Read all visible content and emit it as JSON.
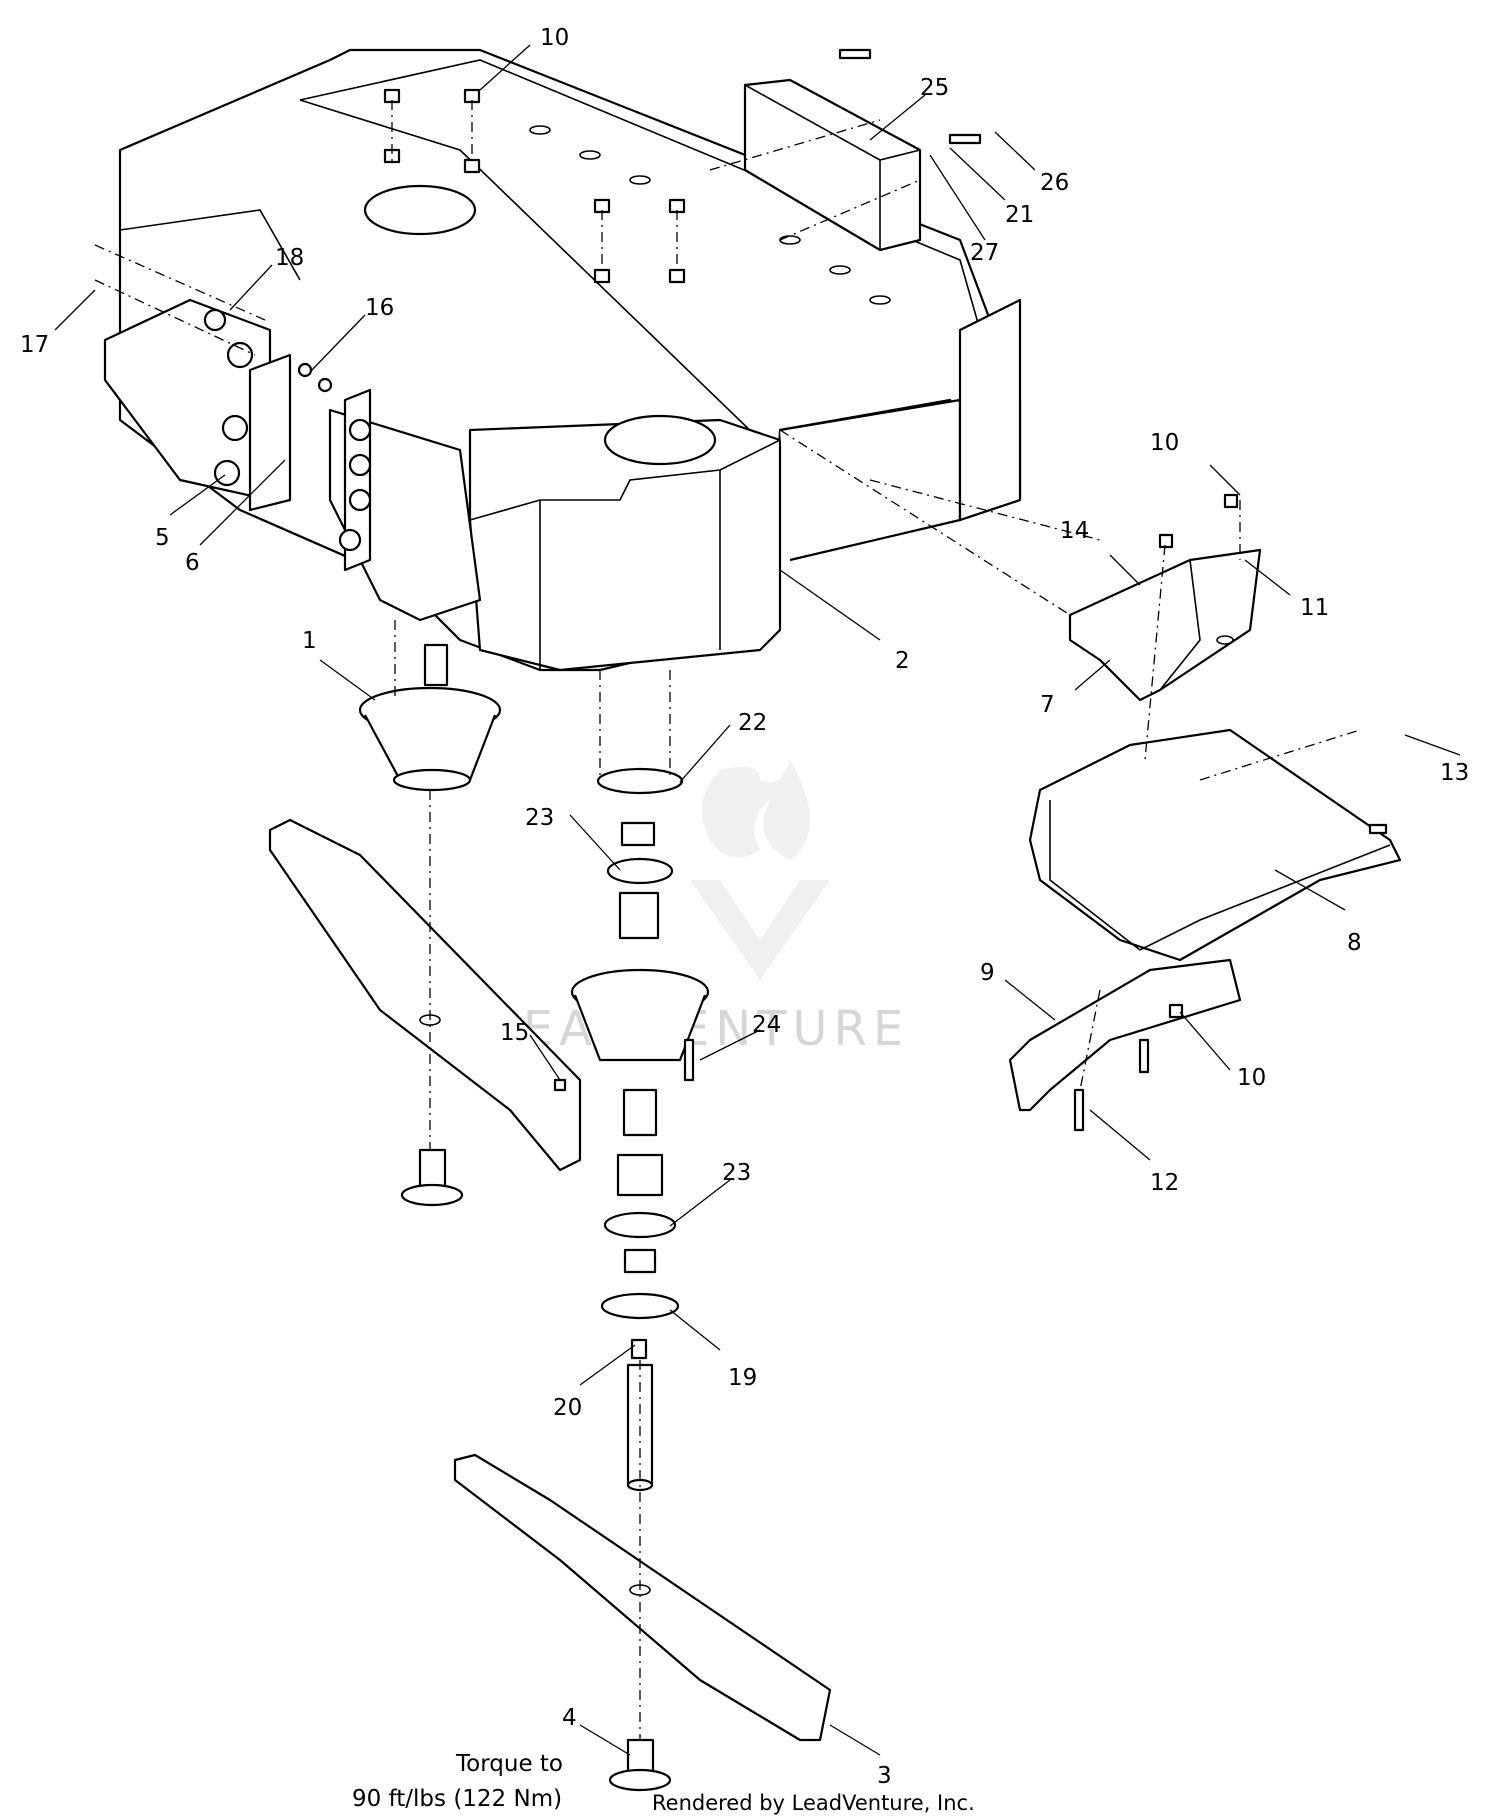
{
  "callouts": [
    {
      "id": "c10a",
      "label": "10"
    },
    {
      "id": "c25",
      "label": "25"
    },
    {
      "id": "c26",
      "label": "26"
    },
    {
      "id": "c21",
      "label": "21"
    },
    {
      "id": "c27",
      "label": "27"
    },
    {
      "id": "c18",
      "label": "18"
    },
    {
      "id": "c16",
      "label": "16"
    },
    {
      "id": "c17",
      "label": "17"
    },
    {
      "id": "c5",
      "label": "5"
    },
    {
      "id": "c6",
      "label": "6"
    },
    {
      "id": "c1",
      "label": "1"
    },
    {
      "id": "c2",
      "label": "2"
    },
    {
      "id": "c10b",
      "label": "10"
    },
    {
      "id": "c14",
      "label": "14"
    },
    {
      "id": "c11",
      "label": "11"
    },
    {
      "id": "c7",
      "label": "7"
    },
    {
      "id": "c13",
      "label": "13"
    },
    {
      "id": "c22",
      "label": "22"
    },
    {
      "id": "c23a",
      "label": "23"
    },
    {
      "id": "c8",
      "label": "8"
    },
    {
      "id": "c9",
      "label": "9"
    },
    {
      "id": "c15",
      "label": "15"
    },
    {
      "id": "c24",
      "label": "24"
    },
    {
      "id": "c10c",
      "label": "10"
    },
    {
      "id": "c12",
      "label": "12"
    },
    {
      "id": "c23b",
      "label": "23"
    },
    {
      "id": "c19",
      "label": "19"
    },
    {
      "id": "c20",
      "label": "20"
    },
    {
      "id": "c4",
      "label": "4"
    },
    {
      "id": "c3",
      "label": "3"
    }
  ],
  "torque_note": {
    "line1": "Torque to",
    "line2": "90 ft/lbs (122 Nm)"
  },
  "credit": "Rendered by LeadVenture, Inc.",
  "watermark": "LEADVENTURE"
}
